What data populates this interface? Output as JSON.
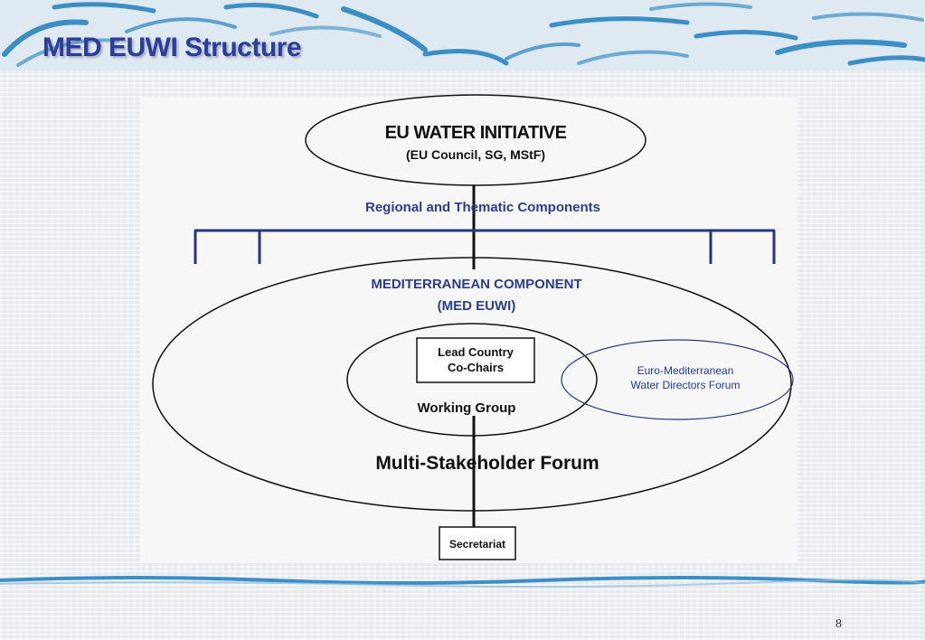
{
  "slide": {
    "title": "MED EUWI Structure",
    "page_number": "8"
  },
  "diagram": {
    "top_node": {
      "title": "EU WATER INITIATIVE",
      "subtitle": "(EU Council, SG, MStF)"
    },
    "branch_label": "Regional and Thematic Components",
    "med_component": {
      "title": "MEDITERRANEAN COMPONENT",
      "subtitle": "(MED EUWI)"
    },
    "lead_box": {
      "line1": "Lead Country",
      "line2": "Co-Chairs"
    },
    "working_group": "Working Group",
    "forum": {
      "line1": "Euro-Mediterranean",
      "line2": "Water Directors Forum"
    },
    "multi_stakeholder": "Multi-Stakeholder Forum",
    "secretariat": "Secretariat"
  },
  "colors": {
    "title": "#2b3d9a",
    "blue_text": "#2a3d8f",
    "forum_outline": "#2a3580",
    "wave": "#3b8fc4"
  }
}
